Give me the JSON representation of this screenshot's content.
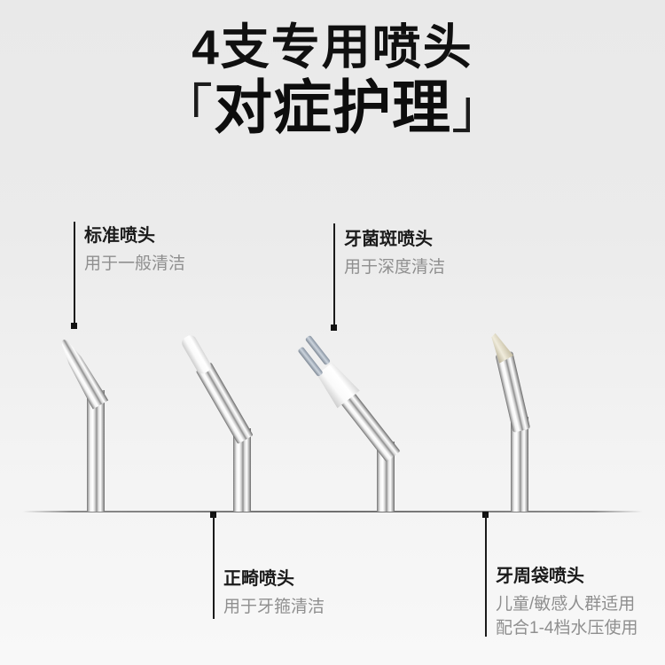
{
  "title": {
    "line1": "4支专用喷头",
    "line2_open_bracket": "「",
    "line2_text": "对症护理",
    "line2_close_bracket": "」"
  },
  "callouts": [
    {
      "name": "标准喷头",
      "description": "用于一般清洁",
      "position": "top-left",
      "points_to": "standard-nozzle"
    },
    {
      "name": "牙菌斑喷头",
      "description": "用于深度清洁",
      "position": "top-right",
      "points_to": "plaque-nozzle"
    },
    {
      "name": "正畸喷头",
      "description": "用于牙箍清洁",
      "position": "bottom-left",
      "points_to": "orthodontic-nozzle"
    },
    {
      "name": "牙周袋喷头",
      "description": "儿童/敏感人群适用",
      "description2": "配合1-4档水压使用",
      "position": "bottom-right",
      "points_to": "periodontal-pocket-nozzle"
    }
  ],
  "nozzle_count": "4",
  "colors": {
    "background_top": "#e9e9e9",
    "background_bottom": "#f8f8f8",
    "title_text": "#0d0d0d",
    "label_name_text": "#1b1b1b",
    "label_desc_text": "#8f8f8f",
    "leader_line": "#1a1a1a",
    "baseline": "#6f6f6f",
    "nozzle_metal_highlight": "#ffffff",
    "nozzle_metal_shadow": "#6e6e6e",
    "orthodontic_tip": "#fafafa",
    "plaque_collar": "#f5f5f5",
    "plaque_bristles": "#cdd5de",
    "periodontal_tip": "#f0ecdc"
  }
}
